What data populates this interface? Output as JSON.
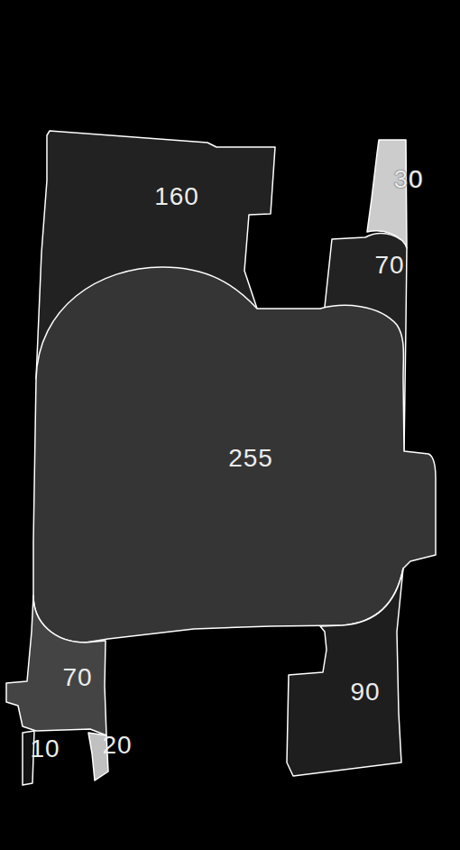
{
  "diagram": {
    "nodes": [
      {
        "text": [
          "160"
        ]
      },
      {
        "text": [
          "30"
        ]
      },
      {
        "text": [
          "70"
        ]
      },
      {
        "text": [
          "255"
        ]
      },
      {
        "text": [
          "70"
        ]
      },
      {
        "text": [
          "90"
        ]
      },
      {
        "text": [
          "10"
        ]
      },
      {
        "text": [
          "20"
        ]
      }
    ]
  }
}
